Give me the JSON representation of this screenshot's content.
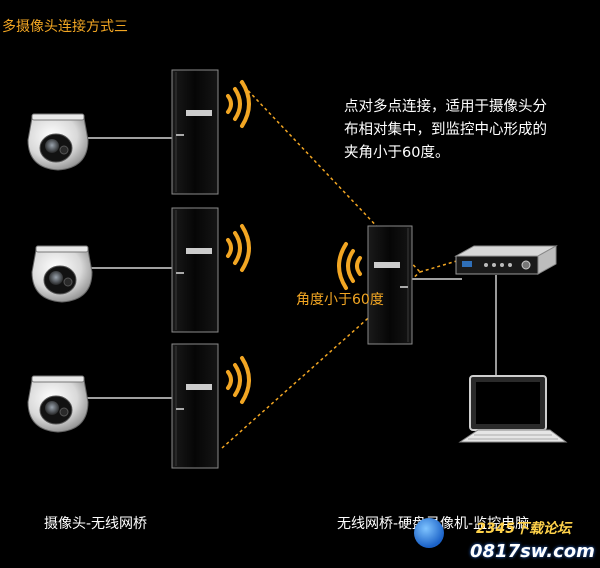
{
  "title": "多摄像头连接方式三",
  "description_lines": [
    "点对多点连接，适用于摄像头分",
    "布相对集中，到监控中心形成的",
    "夹角小于60度。"
  ],
  "angle_label": "角度小于60度",
  "caption_left": "摄像头-无线网桥",
  "caption_right": "无线网桥-硬盘录像机-监控电脑",
  "watermark": {
    "site_name": "2345下载论坛",
    "url": "0817sw.com"
  },
  "colors": {
    "accent": "#f2a623",
    "text": "#ffffff",
    "background": "#000000",
    "device": "#0c0c0c"
  },
  "icons": [
    "dome-camera-icon",
    "wireless-bridge-icon",
    "wifi-waves-icon",
    "nvr-recorder-icon",
    "monitor-computer-icon"
  ]
}
